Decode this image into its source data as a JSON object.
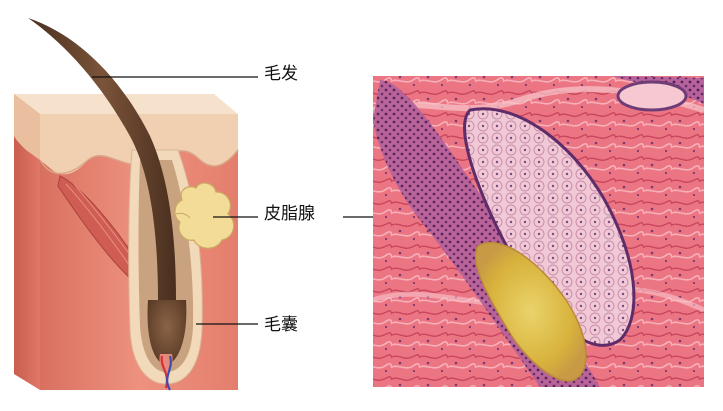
{
  "labels": {
    "hair": "毛发",
    "sebaceous_gland": "皮脂腺",
    "hair_follicle": "毛囊"
  },
  "colors": {
    "dermis": "#e98a78",
    "epidermis": "#f2d3b6",
    "hair_shaft": "#6e4a33",
    "sebaceous_gland": "#f3dc97",
    "muscle": "#cf5d53",
    "tissue_background": "#e76a78",
    "tissue_stain_purple": "#6f3c76",
    "tissue_core_yellow": "#e3c045"
  }
}
